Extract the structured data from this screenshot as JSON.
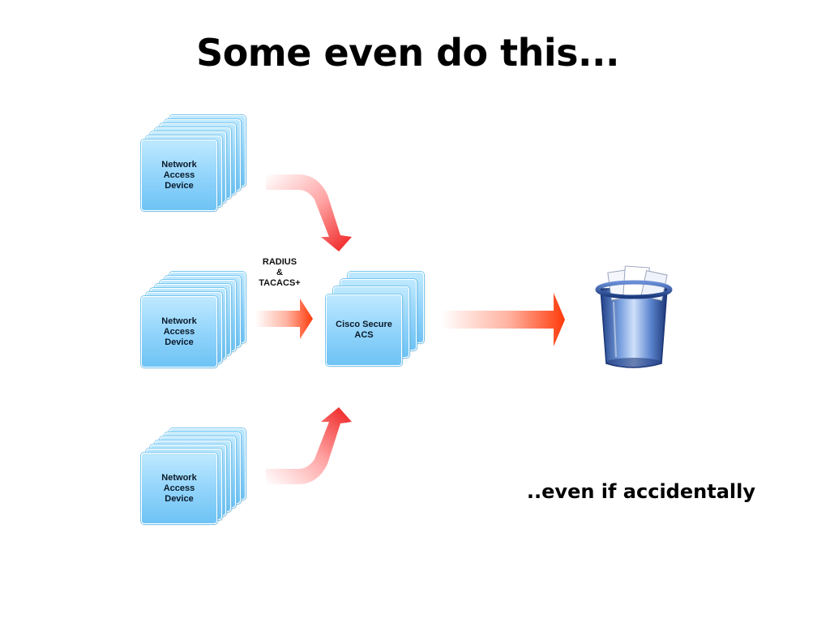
{
  "title": "Some even do this...",
  "diagram": {
    "nad_top_label": "Network\nAccess\nDevice",
    "nad_mid_label": "Network\nAccess\nDevice",
    "nad_bottom_label": "Network\nAccess\nDevice",
    "acs_label": "Cisco Secure\nACS",
    "protocol_label": "RADIUS\n&\nTACACS+",
    "trash_icon": "trash-bin-icon"
  },
  "caption": "..even if accidentally",
  "colors": {
    "card_light": "#bfe9ff",
    "card_dark": "#6ec3f4",
    "arrow_light": "#ffffff",
    "arrow_dark": "#ff2a00",
    "trash_blue": "#2f5fb8"
  }
}
